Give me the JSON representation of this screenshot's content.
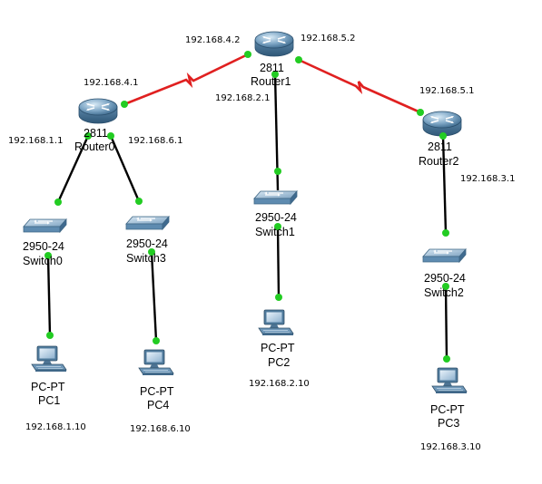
{
  "routers": [
    {
      "model": "2811",
      "name": "Router0"
    },
    {
      "model": "2811",
      "name": "Router1"
    },
    {
      "model": "2811",
      "name": "Router2"
    }
  ],
  "switches": [
    {
      "model": "2950-24",
      "name": "Switch0"
    },
    {
      "model": "2950-24",
      "name": "Switch3"
    },
    {
      "model": "2950-24",
      "name": "Switch1"
    },
    {
      "model": "2950-24",
      "name": "Switch2"
    }
  ],
  "pcs": [
    {
      "model": "PC-PT",
      "name": "PC1",
      "ip": "192.168.1.10"
    },
    {
      "model": "PC-PT",
      "name": "PC4",
      "ip": "192.168.6.10"
    },
    {
      "model": "PC-PT",
      "name": "PC2",
      "ip": "192.168.2.10"
    },
    {
      "model": "PC-PT",
      "name": "PC3",
      "ip": "192.168.3.10"
    }
  ],
  "interface_ips": {
    "r1_r0": "192.168.4.2",
    "r1_r2": "192.168.5.2",
    "r0_r1": "192.168.4.1",
    "r1_lan": "192.168.2.1",
    "r2_r1": "192.168.5.1",
    "r0_lan1": "192.168.1.1",
    "r0_lan6": "192.168.6.1",
    "r2_lan": "192.168.3.1"
  },
  "colors": {
    "serial_link": "#e02020",
    "ethernet_link": "#000000",
    "link_up": "#22cc22"
  }
}
